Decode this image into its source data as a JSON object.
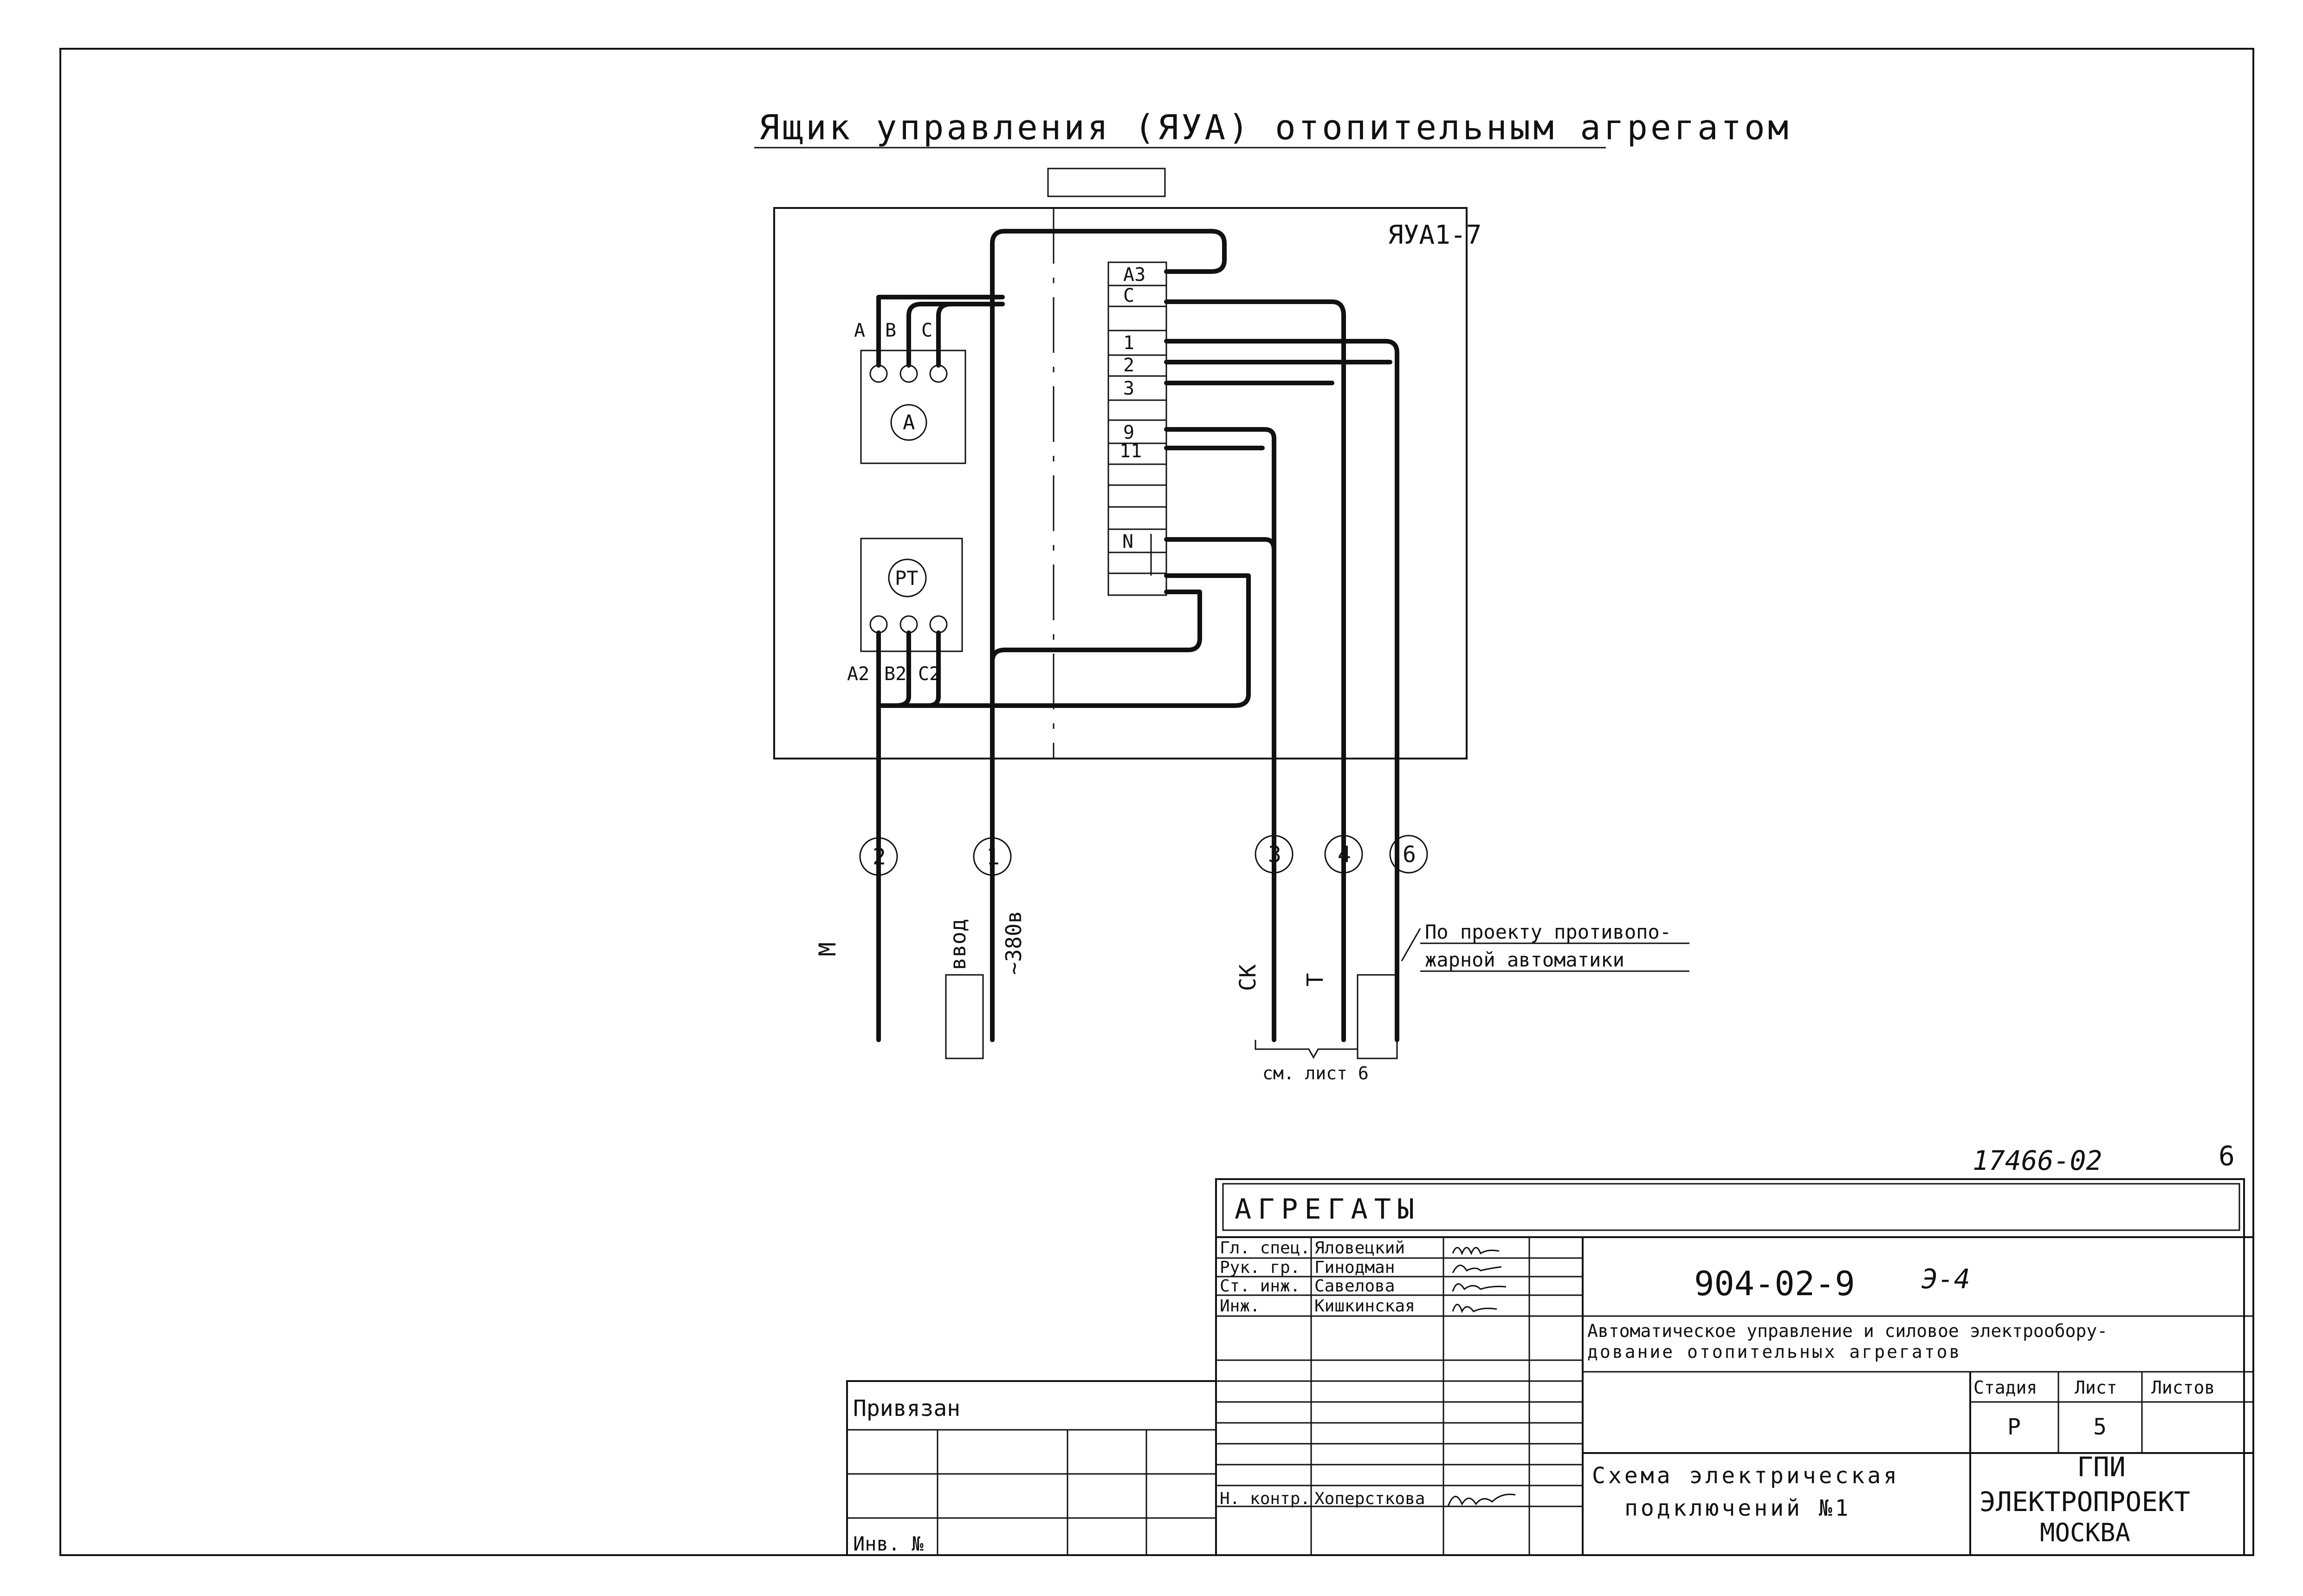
{
  "title": "Ящик управления (ЯУА) отопительным агрегатом",
  "box_label": "ЯУА1-7",
  "terminals": {
    "a3": "А3",
    "c": "С",
    "t1": "1",
    "t2": "2",
    "t3": "3",
    "t9": "9",
    "t11": "11",
    "n": "N"
  },
  "ammeter": {
    "symbol": "А",
    "phases": [
      "А",
      "В",
      "С"
    ]
  },
  "relay": {
    "symbol": "РТ",
    "phases": [
      "А2",
      "В2",
      "С2"
    ]
  },
  "cables": {
    "c1": "1",
    "c2": "2",
    "c3": "3",
    "c4": "4",
    "c6": "6"
  },
  "cable_labels": {
    "m": "М",
    "vvod": "ввод",
    "v380": "~380в",
    "sk": "СК",
    "t": "Т",
    "see_sheet": "см. лист 6",
    "fire_note_1": "По проекту противопо-",
    "fire_note_2": "жарной автоматики"
  },
  "sheet_code": "17466-02",
  "sheet_page": "6",
  "section": "АГРЕГАТЫ",
  "doc_number": "904-02-9",
  "doc_mark": "Э-4",
  "project_title_1": "Автоматическое управление и силовое электрообору-",
  "project_title_2": "дование отопительных агрегатов",
  "drawing_title_1": "Схема электрическая",
  "drawing_title_2": "подключений №1",
  "stage_header": "Стадия",
  "sheet_header": "Лист",
  "sheets_header": "Листов",
  "stage_value": "Р",
  "sheet_value": "5",
  "org_1": "ГПИ",
  "org_2": "ЭЛЕКТРОПРОЕКТ",
  "org_3": "МОСКВА",
  "signatories": [
    {
      "role": "Гл. спец.",
      "name": "Яловецкий"
    },
    {
      "role": "Рук. гр.",
      "name": "Гинодман"
    },
    {
      "role": "Ст. инж.",
      "name": "Савелова"
    },
    {
      "role": "Инж.",
      "name": "Кишкинская"
    }
  ],
  "control": {
    "role": "Н. контр.",
    "name": "Хоперсткова"
  },
  "bound": "Привязан",
  "inv_no": "Инв. №"
}
